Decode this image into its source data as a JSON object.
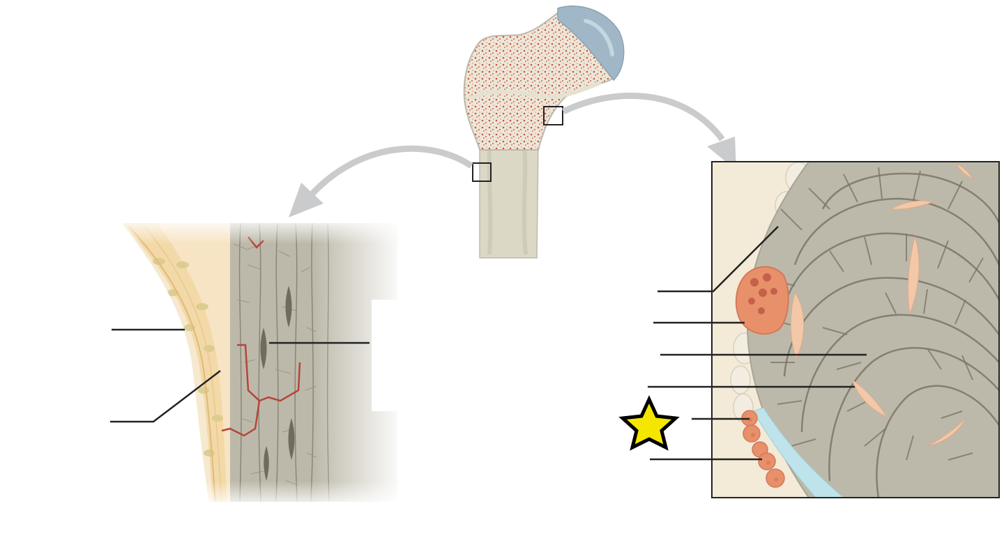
{
  "diagram": {
    "subject": "bone-tissue-structure",
    "labels_visible": false,
    "views": [
      {
        "id": "femur",
        "name": "proximal-femur"
      },
      {
        "id": "compact",
        "name": "compact-bone-detail"
      },
      {
        "id": "spongy",
        "name": "spongy-bone-detail"
      }
    ],
    "left_leader_count": 3,
    "right_leader_count": 6,
    "marker": {
      "shape": "star",
      "color": "#f5e600",
      "stroke": "#000000"
    }
  },
  "colors": {
    "bone": "#e6e2d2",
    "bone_shaft": "#dcd8c6",
    "spongy_dots": "#c8553a",
    "cartilage": "#9fb7c6",
    "periosteum": "#f3d9a8",
    "lamellae": "#b8b4a5",
    "canal_lines": "#7a7668",
    "vessel": "#b5453a",
    "osteoclast": "#e8906a",
    "trabecula": "#bdb9aa",
    "marrow_space": "#f2c8a8",
    "blue_layer": "#bfe3ea",
    "arrow": "#c9cbcd",
    "leader": "#222222"
  }
}
